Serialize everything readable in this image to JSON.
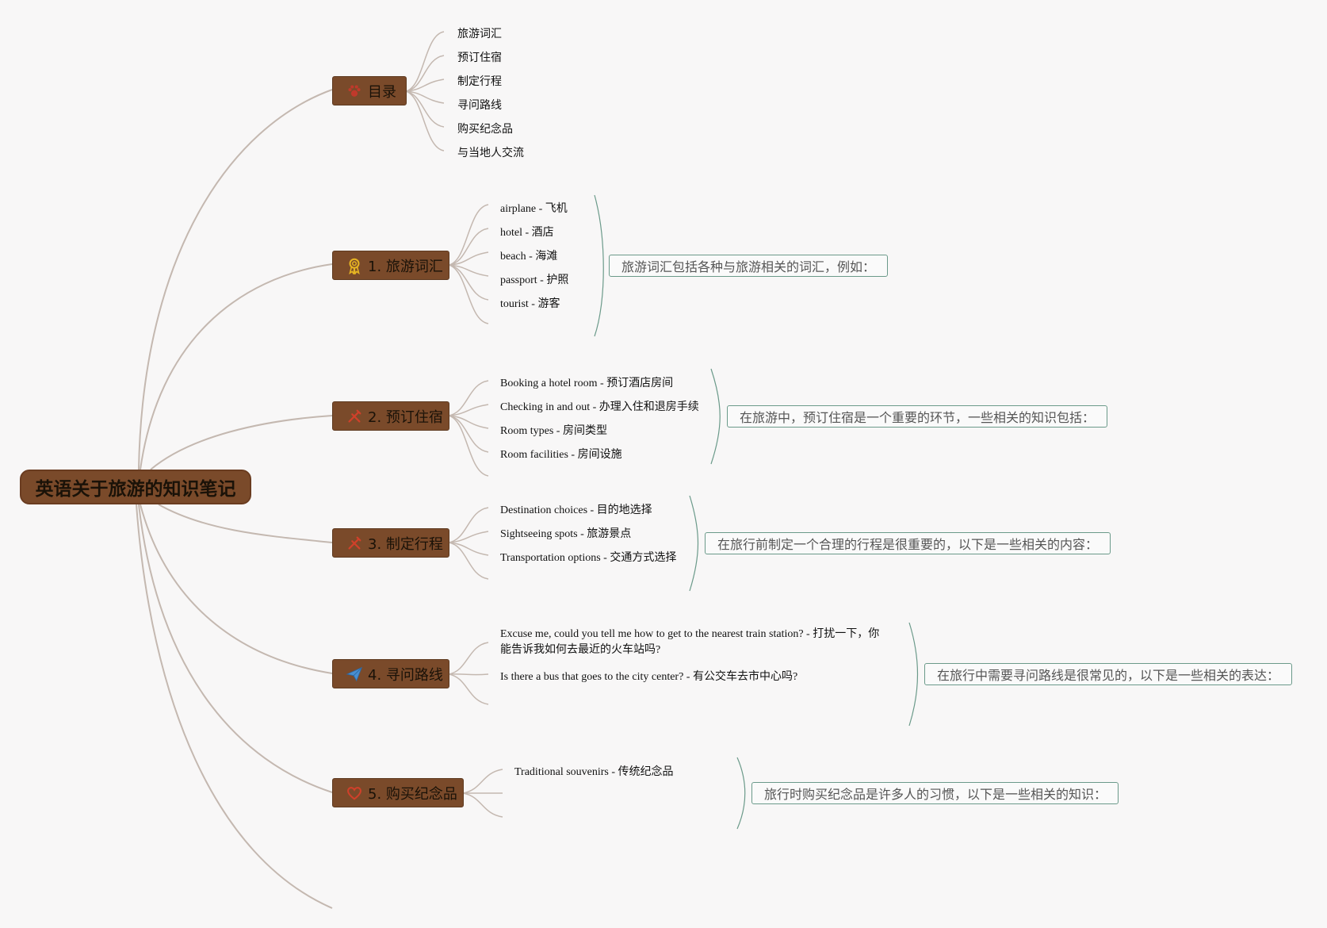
{
  "root": {
    "title": "英语关于旅游的知识笔记"
  },
  "branches": {
    "toc": {
      "label": "目录",
      "icon": "paw-icon",
      "items": [
        "旅游词汇",
        "预订住宿",
        "制定行程",
        "寻问路线",
        "购买纪念品",
        "与当地人交流"
      ]
    },
    "vocab": {
      "label": "1. 旅游词汇",
      "icon": "award-ribbon-icon",
      "items": [
        "airplane - 飞机",
        "hotel - 酒店",
        "beach - 海滩",
        "passport - 护照",
        "tourist - 游客"
      ],
      "summary": "旅游词汇包括各种与旅游相关的词汇，例如："
    },
    "lodging": {
      "label": "2. 预订住宿",
      "icon": "tools-icon",
      "items": [
        "Booking a hotel room - 预订酒店房间",
        "Checking in and out - 办理入住和退房手续",
        "Room types - 房间类型",
        "Room facilities - 房间设施"
      ],
      "summary": "在旅游中，预订住宿是一个重要的环节，一些相关的知识包括："
    },
    "itinerary": {
      "label": "3. 制定行程",
      "icon": "tools-icon",
      "items": [
        "Destination choices - 目的地选择",
        "Sightseeing spots - 旅游景点",
        "Transportation options - 交通方式选择"
      ],
      "summary": "在旅行前制定一个合理的行程是很重要的，以下是一些相关的内容："
    },
    "directions": {
      "label": "4. 寻问路线",
      "icon": "paper-plane-icon",
      "items": [
        "Excuse me, could you tell me how to get to the nearest train station? - 打扰一下，你能告诉我如何去最近的火车站吗?",
        "Is there a bus that goes to the city center? - 有公交车去市中心吗?"
      ],
      "summary": "在旅行中需要寻问路线是很常见的，以下是一些相关的表达："
    },
    "souvenirs": {
      "label": "5. 购买纪念品",
      "icon": "heart-icon",
      "items": [
        "Traditional souvenirs - 传统纪念品"
      ],
      "summary": "旅行时购买纪念品是许多人的习惯，以下是一些相关的知识："
    }
  },
  "colors": {
    "background": "#f8f7f7",
    "node_fill": "#7a4a2a",
    "connector": "#c4b8b0",
    "summary_border": "#6b9a8a"
  }
}
